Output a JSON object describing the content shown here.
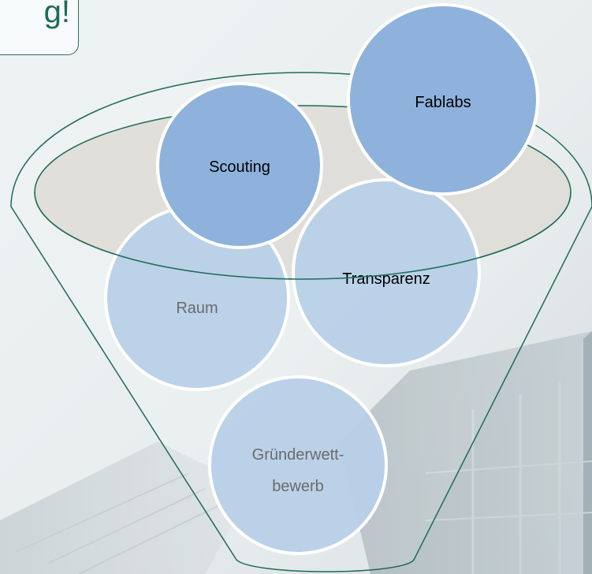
{
  "title": {
    "text": "g!"
  },
  "funnel": {
    "items": [
      {
        "label": "Fablabs",
        "layer": "front"
      },
      {
        "label": "Scouting",
        "layer": "front"
      },
      {
        "label": "Transparenz",
        "layer": "back"
      },
      {
        "label": "Raum",
        "layer": "back"
      },
      {
        "line1": "Gründerwett-",
        "line2": "bewerb",
        "layer": "back"
      }
    ]
  },
  "colors": {
    "circle_front": "#8eb2dc",
    "circle_back": "#b8d0e8",
    "funnel_stroke": "#1e6b5a",
    "funnel_top": "#dcd8d2",
    "text_dark": "#000000",
    "text_light": "#6b6b6b"
  }
}
